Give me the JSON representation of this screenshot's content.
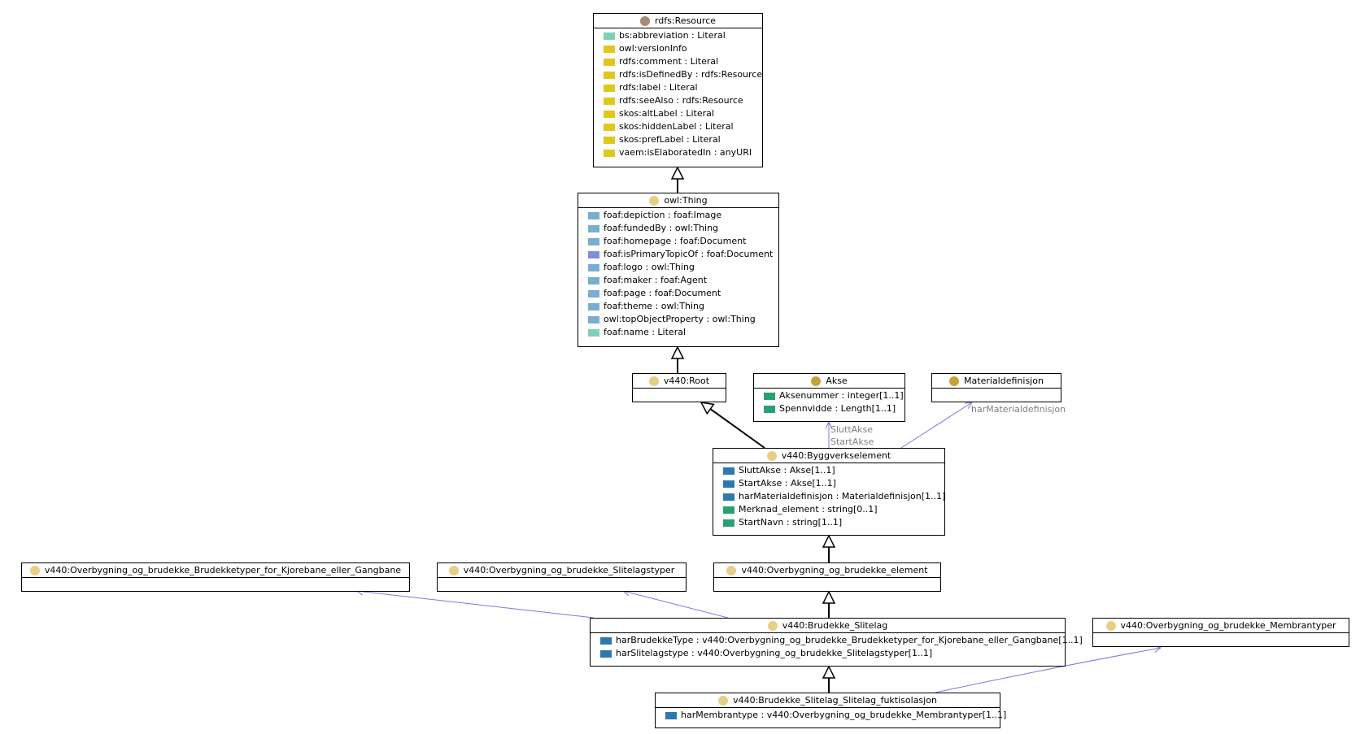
{
  "colors": {
    "class_dot_light": "#e6cf87",
    "class_dot_resource": "#a98a73",
    "class_dot_dark": "#c9a038",
    "literal_attr": "#7fd0b8",
    "annotation_attr": "#e0c81a",
    "object_attr": "#7aaed0",
    "object_attr_alt": "#7f8fd6",
    "ref_attr": "#2e78b0",
    "data_attr": "#2aa070",
    "association_line": "#7a7ad8",
    "edge_label": "#808080"
  },
  "classes": {
    "rdfs_resource": {
      "name": "rdfs:Resource",
      "attrs": [
        {
          "text": "bs:abbreviation : Literal",
          "kind": "literal"
        },
        {
          "text": "owl:versionInfo",
          "kind": "annotation"
        },
        {
          "text": "rdfs:comment : Literal",
          "kind": "annotation"
        },
        {
          "text": "rdfs:isDefinedBy : rdfs:Resource",
          "kind": "annotation"
        },
        {
          "text": "rdfs:label : Literal",
          "kind": "annotation"
        },
        {
          "text": "rdfs:seeAlso : rdfs:Resource",
          "kind": "annotation"
        },
        {
          "text": "skos:altLabel : Literal",
          "kind": "annotation"
        },
        {
          "text": "skos:hiddenLabel : Literal",
          "kind": "annotation"
        },
        {
          "text": "skos:prefLabel : Literal",
          "kind": "annotation"
        },
        {
          "text": "vaem:isElaboratedIn : anyURI",
          "kind": "annotation"
        }
      ]
    },
    "owl_thing": {
      "name": "owl:Thing",
      "attrs": [
        {
          "text": "foaf:depiction : foaf:Image",
          "kind": "object"
        },
        {
          "text": "foaf:fundedBy : owl:Thing",
          "kind": "object"
        },
        {
          "text": "foaf:homepage : foaf:Document",
          "kind": "object"
        },
        {
          "text": "foaf:isPrimaryTopicOf : foaf:Document",
          "kind": "object_alt"
        },
        {
          "text": "foaf:logo : owl:Thing",
          "kind": "object"
        },
        {
          "text": "foaf:maker : foaf:Agent",
          "kind": "object"
        },
        {
          "text": "foaf:page : foaf:Document",
          "kind": "object"
        },
        {
          "text": "foaf:theme : owl:Thing",
          "kind": "object"
        },
        {
          "text": "owl:topObjectProperty : owl:Thing",
          "kind": "object"
        },
        {
          "text": "foaf:name : Literal",
          "kind": "literal"
        }
      ]
    },
    "v440_root": {
      "name": "v440:Root",
      "attrs": []
    },
    "akse": {
      "name": "Akse",
      "attrs": [
        {
          "text": "Aksenummer : integer[1..1]",
          "kind": "data"
        },
        {
          "text": "Spennvidde : Length[1..1]",
          "kind": "data"
        }
      ]
    },
    "materialdefinisjon": {
      "name": "Materialdefinisjon",
      "attrs": []
    },
    "byggverkselement": {
      "name": "v440:Byggverkselement",
      "attrs": [
        {
          "text": "SluttAkse : Akse[1..1]",
          "kind": "ref"
        },
        {
          "text": "StartAkse : Akse[1..1]",
          "kind": "ref"
        },
        {
          "text": "harMaterialdefinisjon : Materialdefinisjon[1..1]",
          "kind": "ref"
        },
        {
          "text": "Merknad_element : string[0..1]",
          "kind": "data"
        },
        {
          "text": "StartNavn : string[1..1]",
          "kind": "data"
        }
      ]
    },
    "brudekketyper": {
      "name": "v440:Overbygning_og_brudekke_Brudekketyper_for_Kjorebane_eller_Gangbane",
      "attrs": []
    },
    "slitelagstyper": {
      "name": "v440:Overbygning_og_brudekke_Slitelagstyper",
      "attrs": []
    },
    "brudekke_element": {
      "name": "v440:Overbygning_og_brudekke_element",
      "attrs": []
    },
    "brudekke_slitelag": {
      "name": "v440:Brudekke_Slitelag",
      "attrs": [
        {
          "text": "harBrudekkeType : v440:Overbygning_og_brudekke_Brudekketyper_for_Kjorebane_eller_Gangbane[1..1]",
          "kind": "ref"
        },
        {
          "text": "harSlitelagstype : v440:Overbygning_og_brudekke_Slitelagstyper[1..1]",
          "kind": "ref"
        }
      ]
    },
    "membrantyper": {
      "name": "v440:Overbygning_og_brudekke_Membrantyper",
      "attrs": []
    },
    "fuktisolasjon": {
      "name": "v440:Brudekke_Slitelag_Slitelag_fuktisolasjon",
      "attrs": [
        {
          "text": "harMembrantype : v440:Overbygning_og_brudekke_Membrantyper[1..1]",
          "kind": "ref"
        }
      ]
    }
  },
  "edge_labels": {
    "slutt_akse": "SluttAkse",
    "start_akse": "StartAkse",
    "har_materialdefinisjon": "harMaterialdefinisjon"
  }
}
